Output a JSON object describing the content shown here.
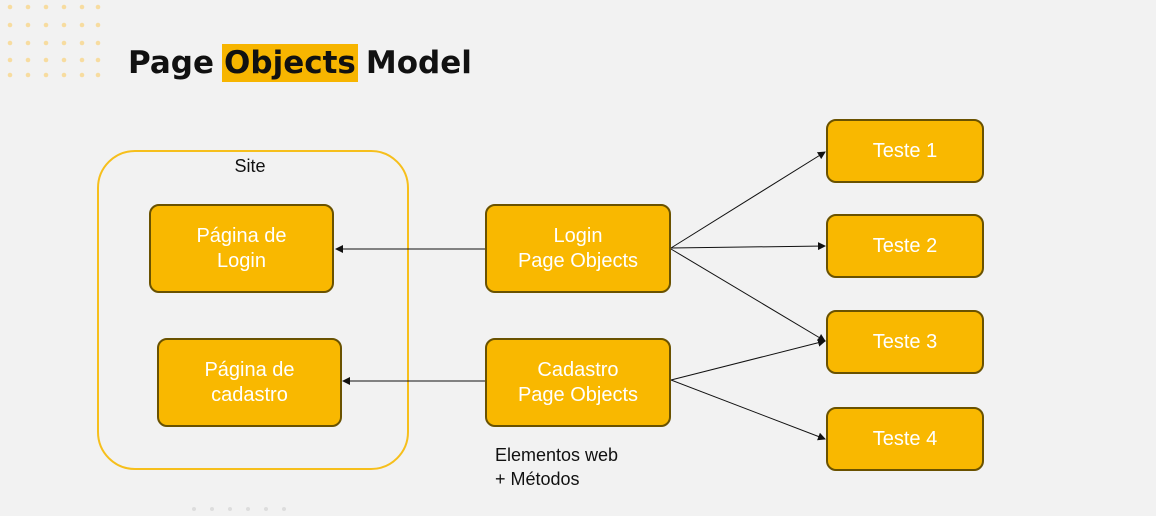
{
  "title": {
    "prefix": "Page",
    "highlight": "Objects",
    "suffix": "Model"
  },
  "site": {
    "label": "Site"
  },
  "pages": {
    "login": "Página de\nLogin",
    "cadastro": "Página de\ncadastro"
  },
  "page_objects": {
    "login": "Login\nPage Objects",
    "cadastro": "Cadastro\nPage Objects"
  },
  "tests": [
    "Teste 1",
    "Teste 2",
    "Teste 3",
    "Teste 4"
  ],
  "footnote": {
    "line1": "Elementos web",
    "line2": "+ Métodos"
  },
  "colors": {
    "accent": "#f9b800",
    "site_border": "#f6bf1c",
    "node_border": "#6a5200",
    "background": "#f2f2f2",
    "text": "#111111"
  }
}
